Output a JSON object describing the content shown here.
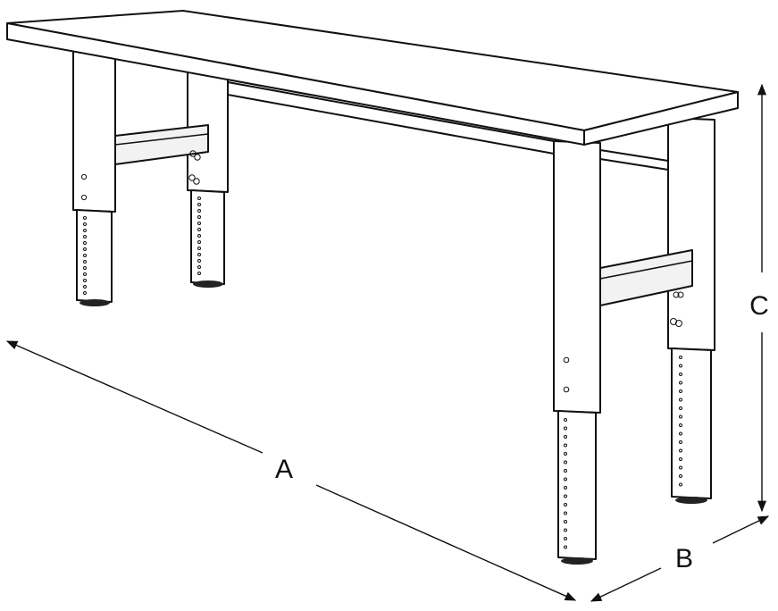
{
  "diagram": {
    "labels": {
      "length": "A",
      "depth": "B",
      "height": "C"
    },
    "colors": {
      "line": "#111111",
      "surface": "#ffffff",
      "shade": "#f2f2f2",
      "background": "#ffffff"
    },
    "icons": [
      "arrowhead-icon",
      "leveling-foot-icon",
      "wing-bolt-icon"
    ]
  }
}
